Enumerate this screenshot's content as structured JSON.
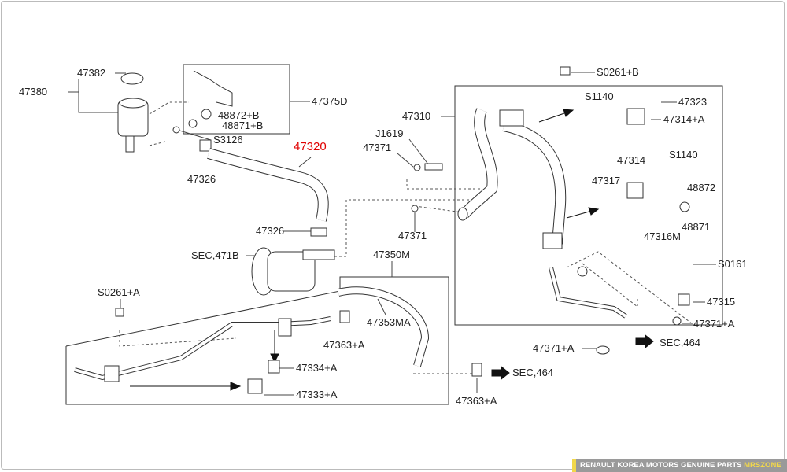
{
  "title_part": "47320",
  "labels": {
    "l47382": "47382",
    "l47380": "47380",
    "l47375D": "47375D",
    "l48872B": "48872+B",
    "l48871B": "48871+B",
    "lS3126": "S3126",
    "l47326a": "47326",
    "l47326b": "47326",
    "lSEC471B": "SEC,471B",
    "l47350M": "47350M",
    "l47353MA": "47353MA",
    "l47363Aa": "47363+A",
    "lS0261A": "S0261+A",
    "l47334A": "47334+A",
    "l47333A": "47333+A",
    "l47363Ab": "47363+A",
    "lSEC464a": "SEC,464",
    "lS0261B": "S0261+B",
    "l47310": "47310",
    "lS1140a": "S1140",
    "l47323": "47323",
    "l47314A": "47314+A",
    "lJ1619": "J1619",
    "l47371a": "47371",
    "l47314": "47314",
    "lS1140b": "S1140",
    "l47317": "47317",
    "l48872": "48872",
    "l48871": "48871",
    "l47316M": "47316M",
    "l47371b": "47371",
    "lS0161": "S0161",
    "l47315": "47315",
    "l47371Aa": "47371+A",
    "lSEC464b": "SEC,464",
    "l47371Ab": "47371+A"
  },
  "footer": {
    "text": "RENAULT KOREA MOTORS GENUINE PARTS",
    "brand": "MRSZONE"
  },
  "colors": {
    "highlight": "#e00000",
    "footer_bg": "#9a9a9a",
    "footer_accent": "#f2d84a"
  }
}
